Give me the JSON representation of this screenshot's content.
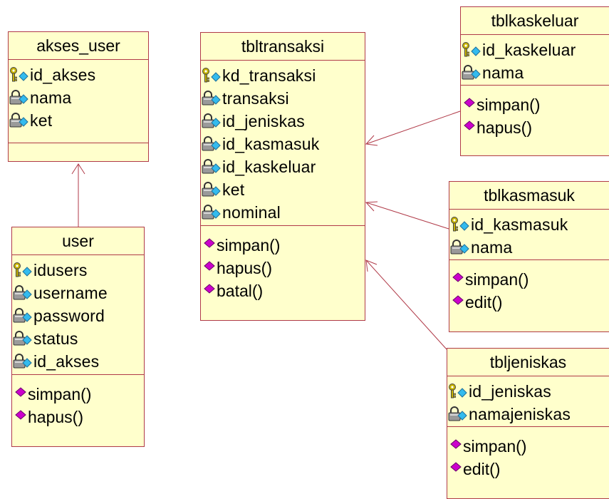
{
  "classes": {
    "akses_user": {
      "name": "akses_user",
      "attributes": [
        "id_akses",
        "nama",
        "ket"
      ],
      "operations": []
    },
    "user": {
      "name": "user",
      "attributes": [
        "idusers",
        "username",
        "password",
        "status",
        "id_akses"
      ],
      "operations": [
        "simpan()",
        "hapus()"
      ]
    },
    "tbltransaksi": {
      "name": "tbltransaksi",
      "attributes": [
        "kd_transaksi",
        "transaksi",
        "id_jeniskas",
        "id_kasmasuk",
        "id_kaskeluar",
        "ket",
        "nominal"
      ],
      "operations": [
        "simpan()",
        "hapus()",
        "batal()"
      ]
    },
    "tblkaskeluar": {
      "name": "tblkaskeluar",
      "attributes": [
        "id_kaskeluar",
        "nama"
      ],
      "operations": [
        "simpan()",
        "hapus()"
      ]
    },
    "tblkasmasuk": {
      "name": "tblkasmasuk",
      "attributes": [
        "id_kasmasuk",
        "nama"
      ],
      "operations": [
        "simpan()",
        "edit()"
      ]
    },
    "tbljeniskas": {
      "name": "tbljeniskas",
      "attributes": [
        "id_jeniskas",
        "namajeniskas"
      ],
      "operations": [
        "simpan()",
        "edit()"
      ]
    }
  },
  "icons": {
    "key_attribute": "key-icon",
    "attribute": "lock-icon",
    "operation": "operation-icon"
  },
  "colors": {
    "class_fill": "#ffffcc",
    "border": "#b03a48",
    "key": "#c8b400",
    "diamond": "#33bbee",
    "operation": "#cc00cc"
  }
}
